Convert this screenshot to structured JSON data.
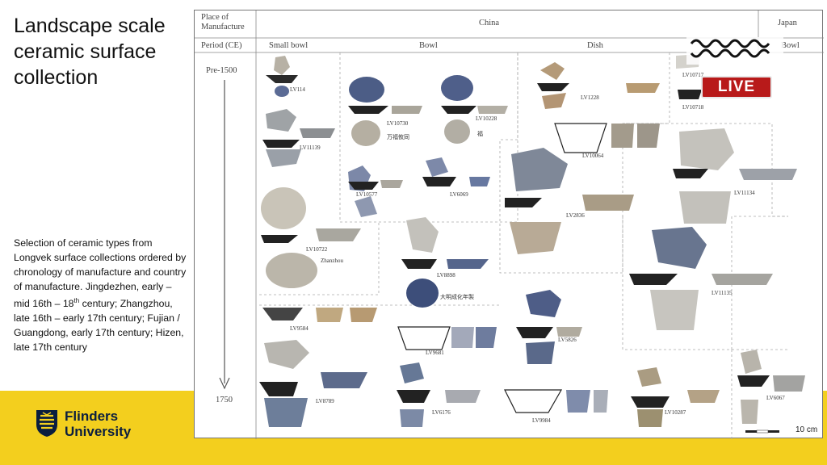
{
  "slide": {
    "title": "Landscape scale ceramic surface collection",
    "description_parts": {
      "a": "Selection of ceramic types from Longvek surface collections ordered by chronology of manufacture and country of manufacture. Jingdezhen, early – mid 16th – 18",
      "sup1": "th",
      "b": " century; Zhangzhou, late 16th – early 17th century; Fujian / Guangdong, early 17th century; Hizen, late 17th century"
    }
  },
  "branding": {
    "university_line1": "Flinders",
    "university_line2": "University",
    "accent_color": "#f3cf1e",
    "navy_color": "#0b1e3e"
  },
  "overlay": {
    "live_label": "LIVE",
    "live_color": "#b81a1a"
  },
  "figure": {
    "header": {
      "place_label_1": "Place of",
      "place_label_2": "Manufacture",
      "china": "China",
      "japan": "Japan",
      "period_label": "Period (CE)",
      "col_small_bowl": "Small bowl",
      "col_bowl": "Bowl",
      "col_dish": "Dish",
      "col_bowl_japan": "Bowl"
    },
    "timeline": {
      "start": "Pre-1500",
      "end": "1750"
    },
    "scale_label": "10 cm",
    "specimen_labels": {
      "lv114": "LV114",
      "lv11139": "LV11139",
      "lv10722": "LV10722",
      "zhanzhou": "Zhanzhou",
      "lv9584": "LV9584",
      "lv8789": "LV8789",
      "lv10730": "LV10730",
      "lv10730_mark": "万福攸同",
      "lv10228": "LV10228",
      "lv10228_mark": "福",
      "lv10577": "LV10577",
      "lv6069": "LV6069",
      "lv8898": "LV8898",
      "lv8898_mark": "大明成化年製",
      "lv9681": "LV9681",
      "lv6176": "LV6176",
      "lv1228": "LV1228",
      "lv10064": "LV10064",
      "lv2836": "LV2836",
      "lv5826": "LV5826",
      "lv9984": "LV9984",
      "lv10287": "LV10287",
      "lv10717": "LV10717",
      "lv10718": "LV10718",
      "lv11134": "LV11134",
      "lv11135": "LV11135",
      "lv6067": "LV6067"
    }
  }
}
